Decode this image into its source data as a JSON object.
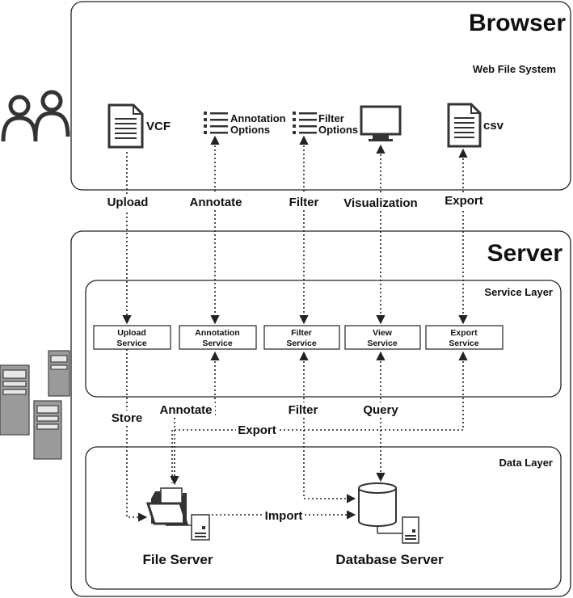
{
  "browser": {
    "title": "Browser",
    "subtitle": "Web File System",
    "items": {
      "vcf": "VCF",
      "annotation_options": [
        "Annotation",
        "Options"
      ],
      "filter_options": [
        "Filter",
        "Options"
      ],
      "csv": "csv"
    }
  },
  "connectors": {
    "upload": "Upload",
    "annotate": "Annotate",
    "filter": "Filter",
    "visualization": "Visualization",
    "export": "Export"
  },
  "server": {
    "title": "Server",
    "service_layer": {
      "title": "Service Layer",
      "services": [
        [
          "Upload",
          "Service"
        ],
        [
          "Annotation",
          "Service"
        ],
        [
          "Filter",
          "Service"
        ],
        [
          "View",
          "Service"
        ],
        [
          "Export",
          "Service"
        ]
      ]
    },
    "flows": {
      "store": "Store",
      "annotate": "Annotate",
      "filter": "Filter",
      "query": "Query",
      "export": "Export",
      "import": "Import"
    },
    "data_layer": {
      "title": "Data Layer",
      "file_server": "File Server",
      "database_server": "Database Server"
    }
  }
}
